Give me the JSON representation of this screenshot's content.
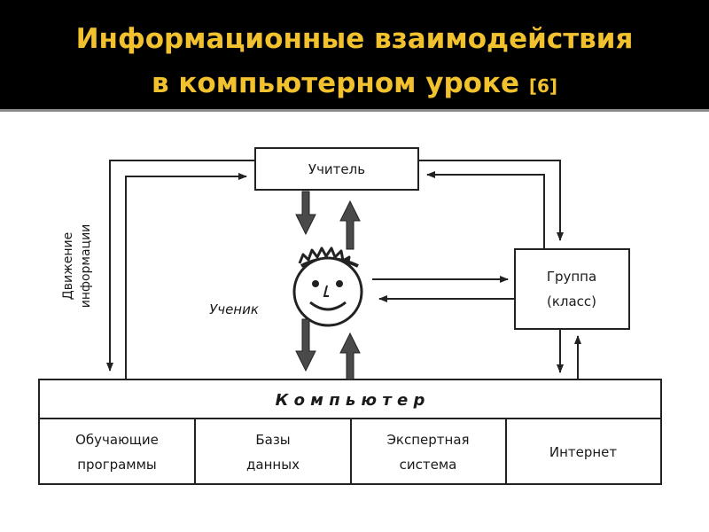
{
  "header": {
    "title_line1": "Информационные взаимодействия",
    "title_line2": "в компьютерном уроке",
    "reference": "[6]"
  },
  "diagram": {
    "teacher": "Учитель",
    "group_line1": "Группа",
    "group_line2": "(класс)",
    "student": "Ученик",
    "side_label_line1": "Движение",
    "side_label_line2": "информации",
    "computer": "К о м п ь ю т е р",
    "components": [
      {
        "line1": "Обучающие",
        "line2": "программы"
      },
      {
        "line1": "Базы",
        "line2": "данных"
      },
      {
        "line1": "Экспертная",
        "line2": "система"
      },
      {
        "line1": "Интернет",
        "line2": ""
      }
    ]
  },
  "colors": {
    "header_bg": "#000000",
    "title": "#f2c12e",
    "line": "#222222",
    "arrow_fill": "#4a4a4a"
  }
}
